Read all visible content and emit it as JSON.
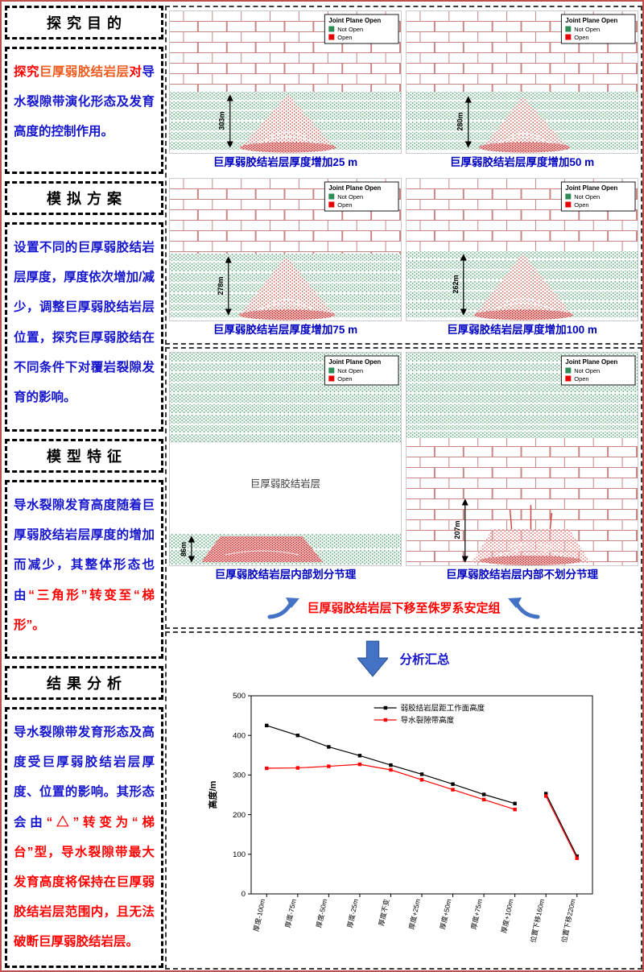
{
  "colors": {
    "red": "#ff0000",
    "orange": "#f05a1e",
    "blue": "#1515cd",
    "caption_blue": "#0000c0",
    "arrow_blue": "#4472c4"
  },
  "sidebar": {
    "sections": [
      {
        "title": "探究目的",
        "segments": [
          {
            "text": "探究",
            "color": "red"
          },
          {
            "text": "巨厚弱胶结岩层",
            "color": "orange"
          },
          {
            "text": "对",
            "color": "red"
          },
          {
            "text": "导水裂隙带演化形态及发育高度的控制作用。",
            "color": "blue"
          }
        ]
      },
      {
        "title": "模拟方案",
        "segments": [
          {
            "text": "设置不同的巨厚弱胶结岩层厚度，厚度依次增加/减少，调整巨厚弱胶结岩层位置，探究巨厚弱胶结在不同条件下对覆岩裂隙发育的影响。",
            "color": "blue"
          }
        ]
      },
      {
        "title": "模型特征",
        "segments": [
          {
            "text": "导水裂隙发育高度随着巨厚弱胶结岩层厚度的增加而减少，其整体形态也由",
            "color": "blue"
          },
          {
            "text": "“三角形”转变至“梯形”。",
            "color": "red"
          }
        ]
      },
      {
        "title": "结果分析",
        "segments": [
          {
            "text": "导水裂隙带发育形态及高度受巨厚弱胶结岩层厚度、位置的影响。其形态会由",
            "color": "blue"
          },
          {
            "text": "“△”转变为“梯台”型，导水裂隙带最大发育高度将保持在巨厚弱胶结岩层范围内，且无法破断巨厚弱胶结岩层。",
            "color": "red"
          }
        ]
      }
    ]
  },
  "legend": {
    "title": "Joint Plane Open",
    "items": [
      {
        "label": "Not Open",
        "color": "#2e8b57"
      },
      {
        "label": "Open",
        "color": "#e80000"
      }
    ]
  },
  "panels": [
    {
      "caption": "巨厚弱胶结岩层厚度增加25 m",
      "measure": "303m"
    },
    {
      "caption": "巨厚弱胶结岩层厚度增加50 m",
      "measure": "280m"
    },
    {
      "caption": "巨厚弱胶结岩层厚度增加75 m",
      "measure": "278m"
    },
    {
      "caption": "巨厚弱胶结岩层厚度增加100 m",
      "measure": "262m"
    },
    {
      "caption": "巨厚弱胶结岩层内部划分节理",
      "measure": "86m",
      "inner_label": "巨厚弱胶结岩层"
    },
    {
      "caption": "巨厚弱胶结岩层内部不划分节理",
      "measure": "207m"
    }
  ],
  "mid_note": "巨厚弱胶结岩层下移至侏罗系安定组",
  "summary_label": "分析汇总",
  "chart_data": {
    "type": "line",
    "categories": [
      "厚度-100m",
      "厚度-75m",
      "厚度-50m",
      "厚度-25m",
      "厚度不变",
      "厚度+25m",
      "厚度+50m",
      "厚度+75m",
      "厚度+100m",
      "位置下移160m",
      "位置下移220m"
    ],
    "series": [
      {
        "name": "弱胶结岩层距工作面高度",
        "color": "#000000",
        "values": [
          425,
          400,
          371,
          349,
          325,
          302,
          277,
          251,
          228,
          253,
          95
        ],
        "segments": [
          [
            0,
            8
          ],
          [
            9,
            10
          ]
        ]
      },
      {
        "name": "导水裂隙带高度",
        "color": "#ff0000",
        "values": [
          317,
          318,
          322,
          327,
          313,
          288,
          263,
          238,
          213,
          247,
          90
        ],
        "segments": [
          [
            0,
            8
          ],
          [
            9,
            10
          ]
        ]
      }
    ],
    "ylabel": "高度/m",
    "ylim": [
      0,
      500
    ],
    "yticks": [
      0,
      100,
      200,
      300,
      400,
      500
    ],
    "grid": false,
    "legend_position": "top-center"
  }
}
